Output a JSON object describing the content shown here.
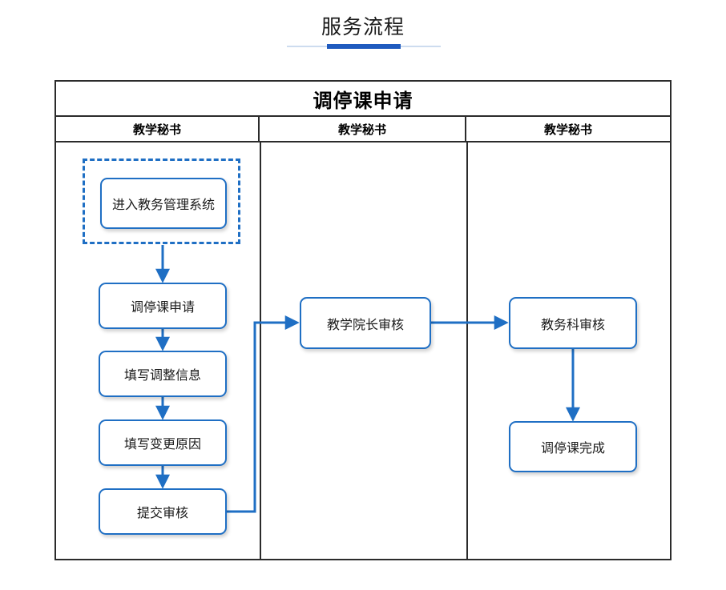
{
  "page": {
    "title": "服务流程",
    "accent_color": "#1f5bbf",
    "rule_color": "#cddcef",
    "background": "#ffffff"
  },
  "flowchart": {
    "title": "调停课申请",
    "node_border_color": "#1f6fc4",
    "connector_color": "#1f6fc4",
    "frame_color": "#2b2b2b",
    "lanes": [
      {
        "header": "教学秘书"
      },
      {
        "header": "教学秘书"
      },
      {
        "header": "教学秘书"
      }
    ],
    "nodes": [
      {
        "id": "enter-system",
        "label": "进入教务管理系统",
        "lane": 0,
        "grouped": true
      },
      {
        "id": "apply",
        "label": "调停课申请",
        "lane": 0,
        "grouped": false
      },
      {
        "id": "fill-adjust",
        "label": "填写调整信息",
        "lane": 0,
        "grouped": false
      },
      {
        "id": "fill-reason",
        "label": "填写变更原因",
        "lane": 0,
        "grouped": false
      },
      {
        "id": "submit-review",
        "label": "提交审核",
        "lane": 0,
        "grouped": false
      },
      {
        "id": "dean-review",
        "label": "教学院长审核",
        "lane": 1,
        "grouped": false
      },
      {
        "id": "affairs-review",
        "label": "教务科审核",
        "lane": 2,
        "grouped": false
      },
      {
        "id": "complete",
        "label": "调停课完成",
        "lane": 2,
        "grouped": false
      }
    ],
    "edges": [
      {
        "from": "enter-system",
        "to": "apply",
        "shape": "vertical"
      },
      {
        "from": "apply",
        "to": "fill-adjust",
        "shape": "vertical"
      },
      {
        "from": "fill-adjust",
        "to": "fill-reason",
        "shape": "vertical"
      },
      {
        "from": "fill-reason",
        "to": "submit-review",
        "shape": "vertical"
      },
      {
        "from": "submit-review",
        "to": "dean-review",
        "shape": "elbow-right-up-right"
      },
      {
        "from": "dean-review",
        "to": "affairs-review",
        "shape": "horizontal"
      },
      {
        "from": "affairs-review",
        "to": "complete",
        "shape": "vertical"
      }
    ]
  }
}
